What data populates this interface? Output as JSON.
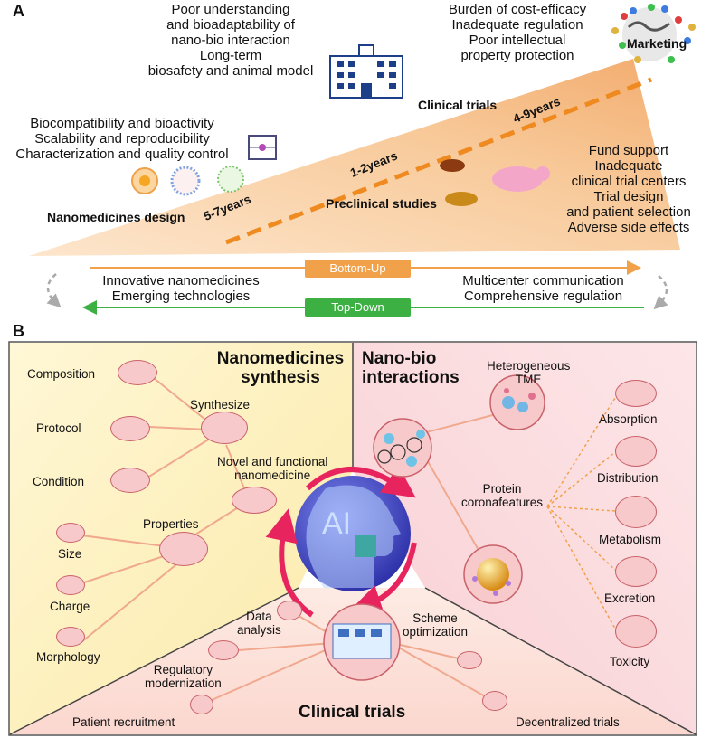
{
  "panel_a": {
    "letter": "A",
    "top_left_challenges": [
      "Poor understanding",
      "and bioadaptability of",
      "nano-bio interaction",
      "Long-term",
      "biosafety and animal model"
    ],
    "top_right_challenges": [
      "Burden of cost-efficacy",
      "Inadequate regulation",
      "Poor intellectual",
      "property protection"
    ],
    "marketing": "Marketing",
    "clinical_trials": "Clinical trials",
    "design_challenges": [
      "Biocompatibility and bioactivity",
      "Scalability and reproducibility",
      "Characterization and quality control"
    ],
    "nanomedicines_design": "Nanomedicines design",
    "preclinical_studies": "Preclinical studies",
    "right_challenges": [
      "Fund support",
      "Inadequate",
      "clinical trial centers",
      "Trial design",
      "and patient selection",
      "Adverse side effects"
    ],
    "years": [
      "5-7years",
      "1-2years",
      "4-9years"
    ],
    "bottom_up": "Bottom-Up",
    "top_down": "Top-Down",
    "left_text": [
      "Innovative nanomedicines",
      "Emerging technologies"
    ],
    "right_text": [
      "Multicenter communication",
      "Comprehensive regulation"
    ],
    "colors": {
      "orange": "#f0a14a",
      "green": "#3cb043"
    }
  },
  "panel_b": {
    "letter": "B",
    "synthesis_title": [
      "Nanomedicines",
      "synthesis"
    ],
    "nanobio_title": [
      "Nano-bio",
      "interactions"
    ],
    "clinical_title": "Clinical trials",
    "ai": "AI",
    "synthesize": "Synthesize",
    "composition": "Composition",
    "protocol": "Protocol",
    "condition": "Condition",
    "novel": [
      "Novel and functional",
      "nanomedicine"
    ],
    "properties": "Properties",
    "size": "Size",
    "charge": "Charge",
    "morphology": "Morphology",
    "heterogeneous": [
      "Heterogeneous",
      "TME"
    ],
    "protein": [
      "Protein",
      "coronafeatures"
    ],
    "absorption": "Absorption",
    "distribution": "Distribution",
    "metabolism": "Metabolism",
    "excretion": "Excretion",
    "toxicity": "Toxicity",
    "data_analysis": [
      "Data",
      "analysis"
    ],
    "scheme_optimization": [
      "Scheme",
      "optimization"
    ],
    "regulatory": [
      "Regulatory",
      "modernization"
    ],
    "patient_recruitment": "Patient recruitment",
    "decentralized": "Decentralized trials",
    "colors": {
      "yellow_bg": "#fdf3c8",
      "pink_bg": "#fbe1e3",
      "node_fill": "#f7c9cb",
      "arrow": "#e8245f"
    }
  }
}
